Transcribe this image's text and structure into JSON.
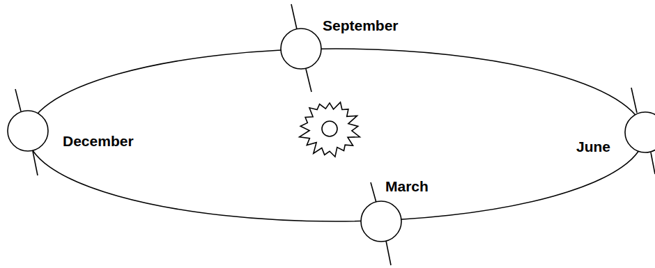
{
  "diagram": {
    "labels": [
      "September",
      "December",
      "March",
      "June"
    ]
  }
}
